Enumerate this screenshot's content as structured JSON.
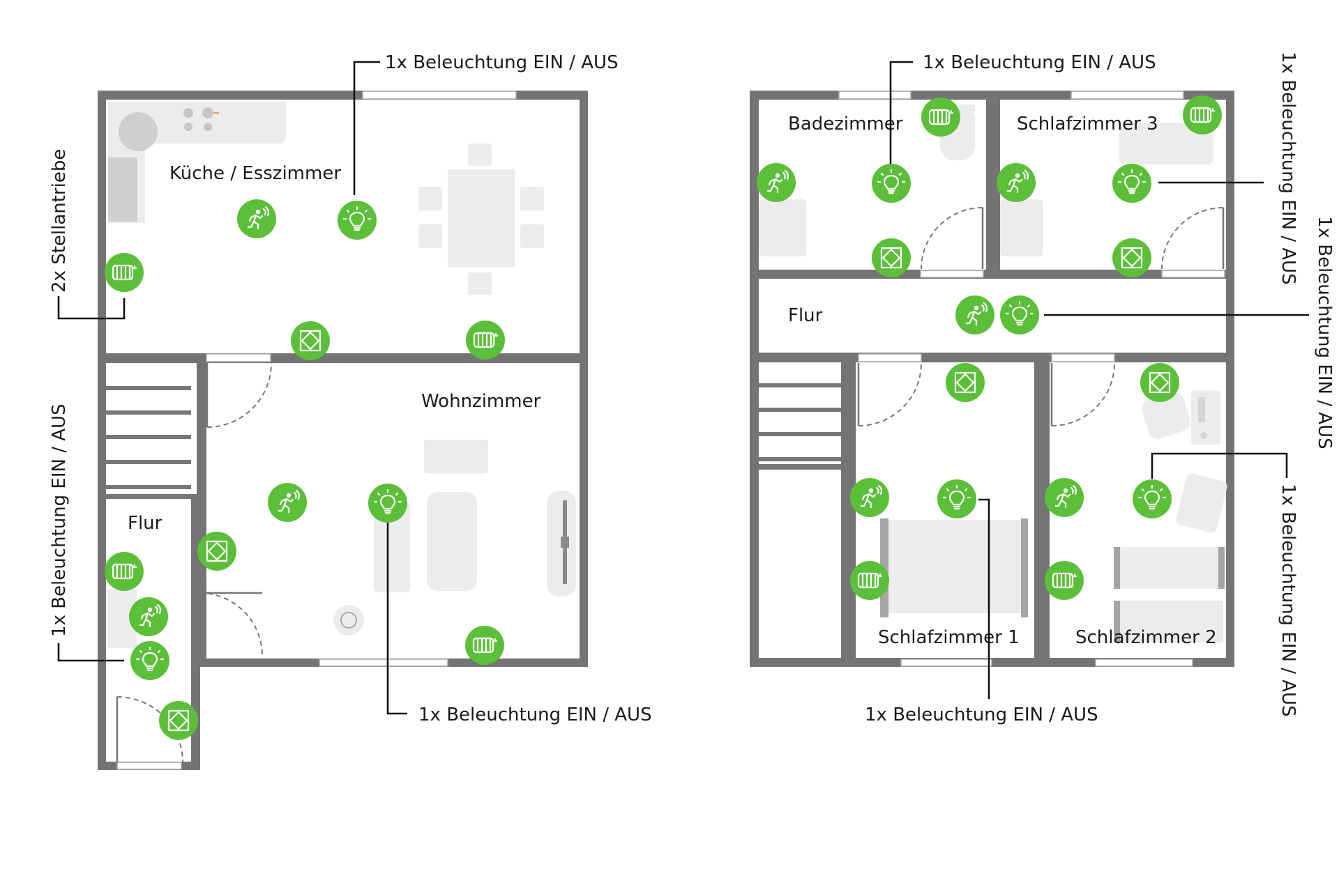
{
  "rooms": {
    "kueche": "Küche / Esszimmer",
    "wohnzimmer": "Wohnzimmer",
    "flur_eg": "Flur",
    "badezimmer": "Badezimmer",
    "schlafzimmer3": "Schlafzimmer 3",
    "flur_og": "Flur",
    "schlafzimmer1": "Schlafzimmer 1",
    "schlafzimmer2": "Schlafzimmer 2"
  },
  "callouts": {
    "kueche_light": "1x Beleuchtung EIN / AUS",
    "stellantriebe": "2x Stellantriebe",
    "flur_eg_light": "1x Beleuchtung EIN / AUS",
    "wohnzimmer_light": "1x Beleuchtung EIN / AUS",
    "bad_light": "1x Beleuchtung EIN / AUS",
    "sz3_light": "1x Beleuchtung EIN / AUS",
    "flur_og_light": "1x Beleuchtung EIN / AUS",
    "sz2_light": "1x Beleuchtung EIN / AUS",
    "sz1_light": "1x Beleuchtung EIN / AUS"
  },
  "device_icons": {
    "motion": "motion-sensor-icon",
    "light": "light-bulb-icon",
    "radiator": "radiator-thermostat-icon",
    "switch": "wall-switch-icon"
  },
  "colors": {
    "device_green": "#5cbf3a",
    "wall_gray": "#747474",
    "furniture_gray": "#ececec"
  }
}
